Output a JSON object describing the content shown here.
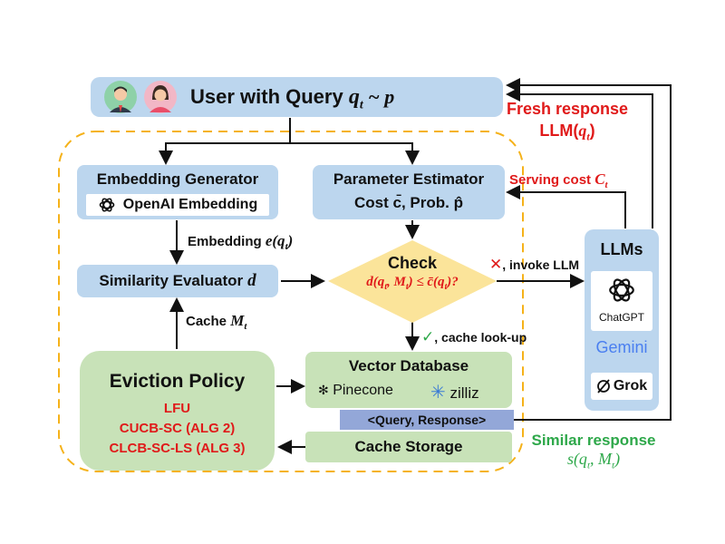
{
  "user": {
    "label": "User with Query",
    "math": "q",
    "sub": "t",
    "dist": " ~ p"
  },
  "fresh_response": {
    "line1": "Fresh response",
    "line2_prefix": "LLM(",
    "line2_var": "q",
    "line2_sub": "t",
    "line2_suffix": ")"
  },
  "serving_cost": {
    "label": "Serving cost",
    "var": "C",
    "sub": "t"
  },
  "embedding_generator": {
    "title": "Embedding Generator",
    "provider": "OpenAI Embedding"
  },
  "parameter_estimator": {
    "title": "Parameter Estimator",
    "line2": "Cost c̄, Prob. p̂"
  },
  "embedding_edge": {
    "label": "Embedding",
    "expr": "e(q",
    "sub": "t",
    "close": ")"
  },
  "similarity_evaluator": {
    "label": "Similarity Evaluator",
    "var": "d"
  },
  "check": {
    "title": "Check",
    "expr": "d(q",
    "sub1": "t",
    "mid": ", M",
    "sub2": "t",
    "rhs": ") ≤ c̄(q",
    "sub3": "t",
    "end": ")?"
  },
  "invoke": {
    "mark": "✕",
    "label": ", invoke LLM"
  },
  "cache_lookup": {
    "mark": "✓",
    "label": ", cache look-up"
  },
  "cache_edge": {
    "label": "Cache",
    "var": "M",
    "sub": "t"
  },
  "llms": {
    "title": "LLMs",
    "items": [
      "ChatGPT",
      "Gemini",
      "Grok"
    ]
  },
  "eviction": {
    "title": "Eviction Policy",
    "policies": [
      "LFU",
      "CUCB-SC (ALG 2)",
      "CLCB-SC-LS (ALG 3)"
    ]
  },
  "vector_db": {
    "title": "Vector Database",
    "providers": [
      "Pinecone",
      "zilliz"
    ]
  },
  "query_response": "<Query, Response>",
  "cache_storage": "Cache Storage",
  "similar_response": {
    "line1": "Similar response",
    "line2": "s(q",
    "sub1": "t",
    "mid": ", M",
    "sub2": "t",
    "end": ")"
  },
  "colors": {
    "blue_box": "#bcd6ee",
    "green_box": "#c8e2b8",
    "diamond": "#fbe49a",
    "dashed_border": "#f5b21a",
    "red": "#e01a1a",
    "green": "#2ea84a",
    "gemini_blue": "#4a7ff0"
  }
}
